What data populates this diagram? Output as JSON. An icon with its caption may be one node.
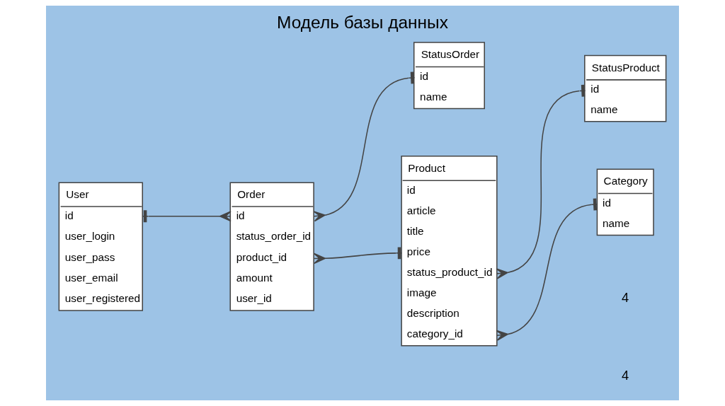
{
  "diagram": {
    "title": "Модель базы данных",
    "nodes": [
      {
        "text": [
          "StatusOrder",
          "id",
          "name"
        ]
      },
      {
        "text": [
          "StatusProduct",
          "id",
          "name"
        ]
      },
      {
        "text": [
          "User",
          "id",
          "user_login",
          "user_pass",
          "user_email",
          "user_registered"
        ]
      },
      {
        "text": [
          "Order",
          "id",
          "status_order_id",
          "product_id",
          "amount",
          "user_id"
        ]
      },
      {
        "text": [
          "Product",
          "id",
          "article",
          "title",
          "price",
          "status_product_id",
          "image",
          "description",
          "category_id"
        ]
      },
      {
        "text": [
          "Category",
          "id",
          "name"
        ]
      }
    ],
    "edges": [
      {
        "from": 2,
        "to": 3,
        "arrow": "other"
      },
      {
        "from": 0,
        "to": 3,
        "arrow": "other"
      },
      {
        "from": 4,
        "to": 3,
        "arrow": "other"
      },
      {
        "from": 1,
        "to": 4,
        "arrow": "other"
      },
      {
        "from": 5,
        "to": 4,
        "arrow": "other"
      }
    ],
    "labels": [
      "4",
      "4"
    ]
  }
}
